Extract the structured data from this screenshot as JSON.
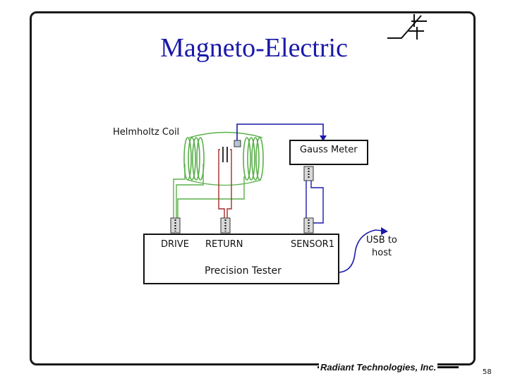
{
  "slide": {
    "title": "Magneto-Electric",
    "footer": "Radiant Technologies, Inc.",
    "page_number": "58"
  },
  "diagram": {
    "coil_label": "Helmholtz Coil",
    "gauss_meter_label": "Gauss Meter",
    "tester_label": "Precision Tester",
    "ports": {
      "drive": "DRIVE",
      "return": "RETURN",
      "sensor": "SENSOR1"
    },
    "usb_label_line1": "USB to",
    "usb_label_line2": "host"
  },
  "colors": {
    "title": "#1a1aa8",
    "coil_wire": "#5ab04a",
    "return_wire": "#a52a2a",
    "sensor_wire": "#1a1aa8",
    "usb_wire": "#1a1aa8"
  }
}
